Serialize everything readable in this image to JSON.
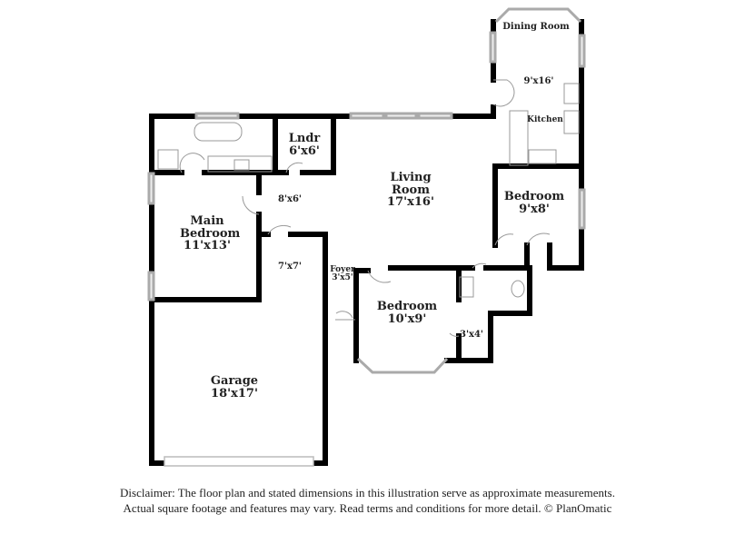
{
  "rooms": {
    "dining": {
      "name": "Dining Room",
      "size": "9'x16'"
    },
    "kitchen": {
      "name": "Kitchen"
    },
    "laundry": {
      "name": "Lndr",
      "size": "6'x6'"
    },
    "living": {
      "name": "Living Room",
      "size": "17'x16'"
    },
    "bedroom_east": {
      "name": "Bedroom",
      "size": "9'x8'"
    },
    "hall": {
      "size": "8'x6'"
    },
    "main_bedroom": {
      "name": "Main Bedroom",
      "size": "11'x13'"
    },
    "closet_7x7": {
      "size": "7'x7'"
    },
    "foyer": {
      "name": "Foyer",
      "size": "3'x5'"
    },
    "bedroom_south": {
      "name": "Bedroom",
      "size": "10'x9'"
    },
    "closet_3x4": {
      "size": "3'x4'"
    },
    "garage": {
      "name": "Garage",
      "size": "18'x17'"
    }
  },
  "disclaimer": {
    "line1": "Disclaimer: The floor plan and stated dimensions in this illustration serve as approximate measurements.",
    "line2": "Actual square footage and features may vary. Read terms and conditions for more detail. © PlanOmatic"
  },
  "colors": {
    "wall": "#000000",
    "window": "#bbbbbb",
    "fixture": "#999999"
  }
}
